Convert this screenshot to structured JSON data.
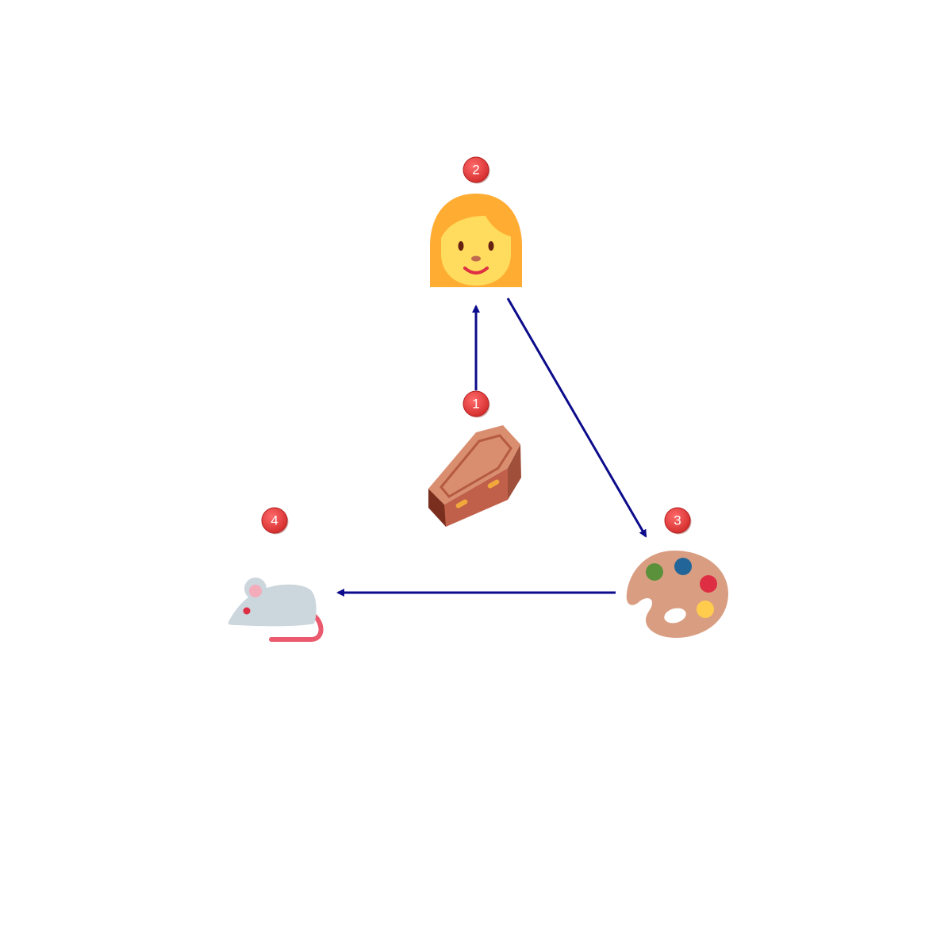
{
  "diagram": {
    "nodes": [
      {
        "id": "coffin",
        "step": "1",
        "icon": "coffin-icon"
      },
      {
        "id": "woman",
        "step": "2",
        "icon": "woman-icon"
      },
      {
        "id": "palette",
        "step": "3",
        "icon": "artist-palette-icon"
      },
      {
        "id": "mouse",
        "step": "4",
        "icon": "mouse-icon"
      }
    ],
    "edges": [
      {
        "from": "coffin",
        "to": "woman"
      },
      {
        "from": "woman",
        "to": "palette"
      },
      {
        "from": "palette",
        "to": "mouse"
      }
    ],
    "colors": {
      "arrow": "#0b0b8c",
      "badge": "#e03c3c",
      "badge_text": "#ffffff"
    }
  }
}
